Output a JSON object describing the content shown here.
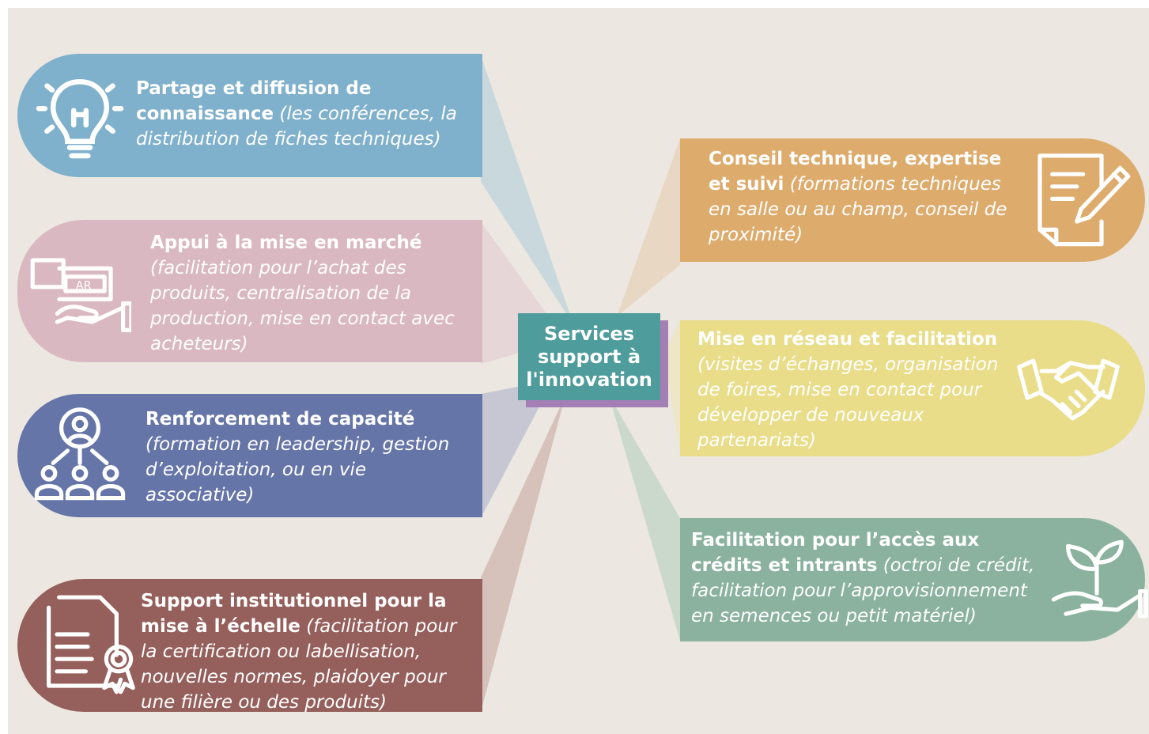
{
  "colors": {
    "background": "#ece8e1",
    "card1": "#7fb0cc",
    "card2": "#dab8c1",
    "card3": "#6675a8",
    "card4": "#955f5b",
    "card5": "#ddab6c",
    "card6": "#e9dd8a",
    "card7": "#8ab29e",
    "center": "#4f9c9c",
    "center_shadow": "#a47fb5"
  },
  "center": {
    "label": "Services\nsupport à\nl'innovation"
  },
  "cards": [
    {
      "id": "partage",
      "icon": "lightbulb-icon",
      "title": "Partage et diffusion de connaissance",
      "detail": "(les conférences, la distribution de fiches techniques)"
    },
    {
      "id": "marche",
      "icon": "money-hand-icon",
      "icon_text": "AR",
      "title": "Appui à la mise en marché",
      "detail": "(facilitation pour l’achat des produits, centralisation de la production, mise en contact avec acheteurs)"
    },
    {
      "id": "capacite",
      "icon": "team-training-icon",
      "title": "Renforcement de capacité",
      "detail": "(formation en leadership, gestion d’exploitation, ou en vie associative)"
    },
    {
      "id": "institutionnel",
      "icon": "certificate-icon",
      "title": "Support institutionnel pour la mise à l’échelle",
      "detail": "(facilitation pour la certification ou labellisation, nouvelles normes, plaidoyer pour une filière ou des produits)"
    },
    {
      "id": "conseil",
      "icon": "document-pen-icon",
      "title": "Conseil technique, expertise et suivi",
      "detail": "(formations techniques en salle ou au champ, conseil de proximité)"
    },
    {
      "id": "reseau",
      "icon": "handshake-icon",
      "title": "Mise en réseau et facilitation",
      "detail": "(visites d’échanges, organisation de foires, mise en contact pour développer de nouveaux partenariats)"
    },
    {
      "id": "credit",
      "icon": "plant-hand-icon",
      "title": "Facilitation pour l’accès aux crédits et intrants",
      "detail": "(octroi de crédit, facilitation pour l’approvisionnement en semences ou petit matériel)"
    }
  ]
}
